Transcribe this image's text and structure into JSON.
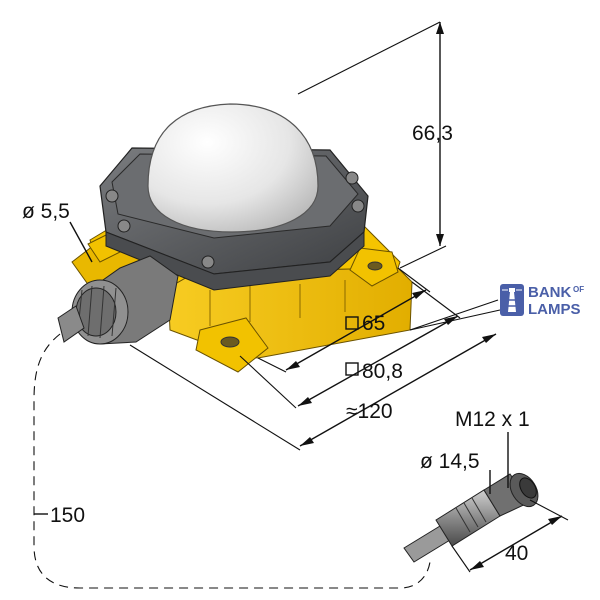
{
  "dimensions": {
    "height": "66,3",
    "hole_diameter": "ø 5,5",
    "square_65": "65",
    "square_80": "80,8",
    "approx_120": "≈120",
    "cable_length": "150",
    "thread": "M12 x 1",
    "connector_diameter": "ø 14,5",
    "connector_length": "40"
  },
  "logo": {
    "line1": "BANK",
    "line1_small": "OF",
    "line2": "LAMPS"
  },
  "colors": {
    "housing_yellow": "#F5C400",
    "housing_shadow": "#D9A800",
    "cap_gray": "#5E6063",
    "cap_dark": "#3E4043",
    "dome": "#EEEEEE",
    "logo_blue": "#4A5FA8"
  }
}
